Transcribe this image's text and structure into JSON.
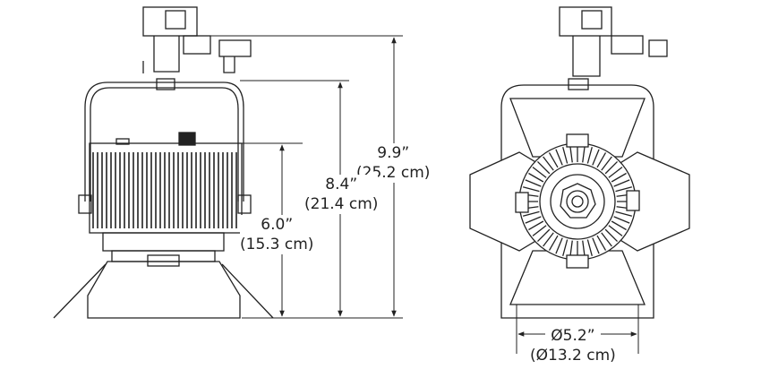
{
  "dimensions": {
    "overall_height": {
      "in": "9.9”",
      "cm": "(25.2 cm)"
    },
    "yoke_height": {
      "in": "8.4”",
      "cm": "(21.4 cm)"
    },
    "body_height": {
      "in": "6.0”",
      "cm": "(15.3 cm)"
    },
    "lens_diameter": {
      "in": "Ø5.2”",
      "cm": "(Ø13.2 cm)"
    }
  },
  "colors": {
    "line": "#222222",
    "fill": "#ffffff"
  }
}
